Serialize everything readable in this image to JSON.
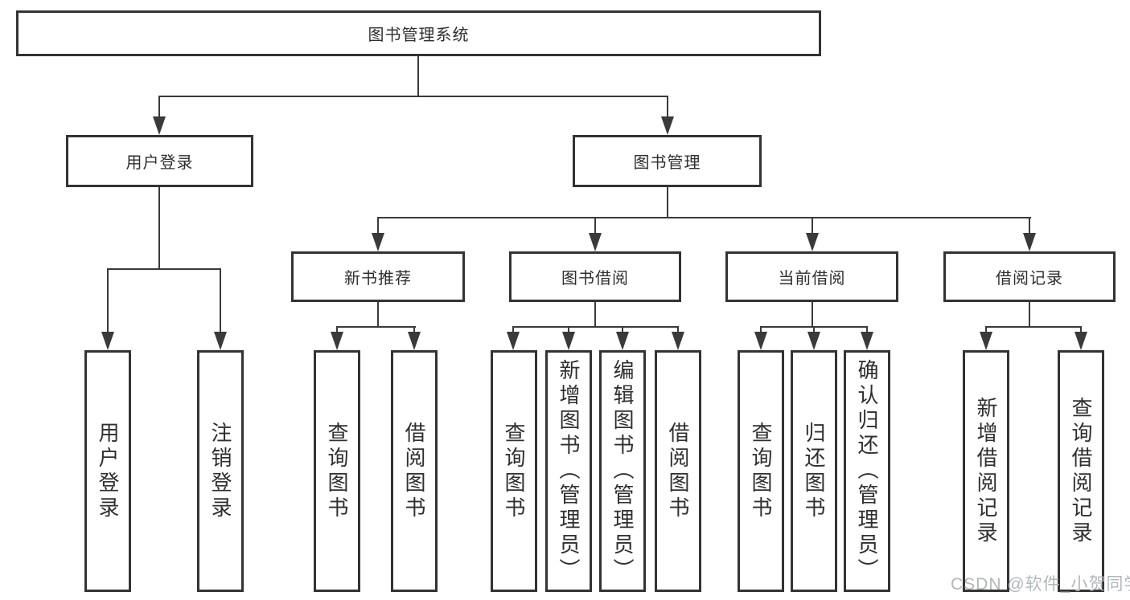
{
  "colors": {
    "box_border": "#333333",
    "connector_line": "#3a3a3a",
    "node_text": "#2f2f2f",
    "watermark_text": "#b3b7bb"
  },
  "tree": {
    "root": {
      "label": "图书管理系统"
    },
    "branches": [
      {
        "label": "用户登录",
        "children": [
          {
            "label": "用户登录"
          },
          {
            "label": "注销登录"
          }
        ]
      },
      {
        "label": "图书管理",
        "groups": [
          {
            "label": "新书推荐",
            "children": [
              {
                "label": "查询图书"
              },
              {
                "label": "借阅图书"
              }
            ]
          },
          {
            "label": "图书借阅",
            "children": [
              {
                "label": "查询图书"
              },
              {
                "label": "新增图书（管理员）"
              },
              {
                "label": "编辑图书（管理员）"
              },
              {
                "label": "借阅图书"
              }
            ]
          },
          {
            "label": "当前借阅",
            "children": [
              {
                "label": "查询图书"
              },
              {
                "label": "归还图书"
              },
              {
                "label": "确认归还（管理员）"
              }
            ]
          },
          {
            "label": "借阅记录",
            "children": [
              {
                "label": "新增借阅记录"
              },
              {
                "label": "查询借阅记录"
              }
            ]
          }
        ]
      }
    ]
  },
  "watermark": {
    "text": "CSDN @软件_小贺同学"
  }
}
